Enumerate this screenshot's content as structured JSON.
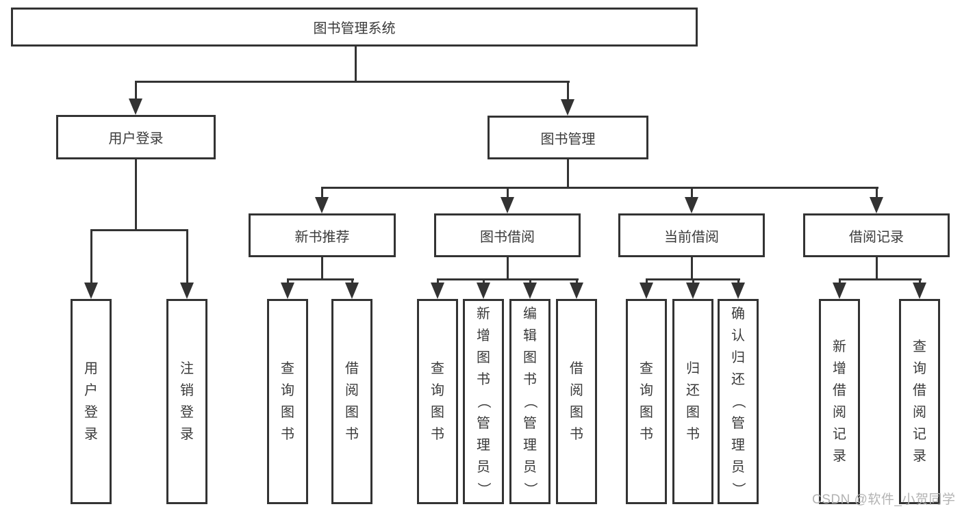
{
  "colors": {
    "line": "#333333",
    "text": "#3a3a3a",
    "watermark": "#b3b3b3"
  },
  "watermark": {
    "text": "CSDN @软件_小贺同学"
  },
  "tree": {
    "root": {
      "label": "图书管理系统"
    },
    "branches": [
      {
        "label": "用户登录",
        "children": [
          {
            "label": "用户登录"
          },
          {
            "label": "注销登录"
          }
        ]
      },
      {
        "label": "图书管理",
        "children": [
          {
            "label": "新书推荐",
            "children": [
              {
                "label": "查询图书"
              },
              {
                "label": "借阅图书"
              }
            ]
          },
          {
            "label": "图书借阅",
            "children": [
              {
                "label": "查询图书"
              },
              {
                "label": "新增图书（管理员）"
              },
              {
                "label": "编辑图书（管理员）"
              },
              {
                "label": "借阅图书"
              }
            ]
          },
          {
            "label": "当前借阅",
            "children": [
              {
                "label": "查询图书"
              },
              {
                "label": "归还图书"
              },
              {
                "label": "确认归还（管理员）"
              }
            ]
          },
          {
            "label": "借阅记录",
            "children": [
              {
                "label": "新增借阅记录"
              },
              {
                "label": "查询借阅记录"
              }
            ]
          }
        ]
      }
    ]
  }
}
